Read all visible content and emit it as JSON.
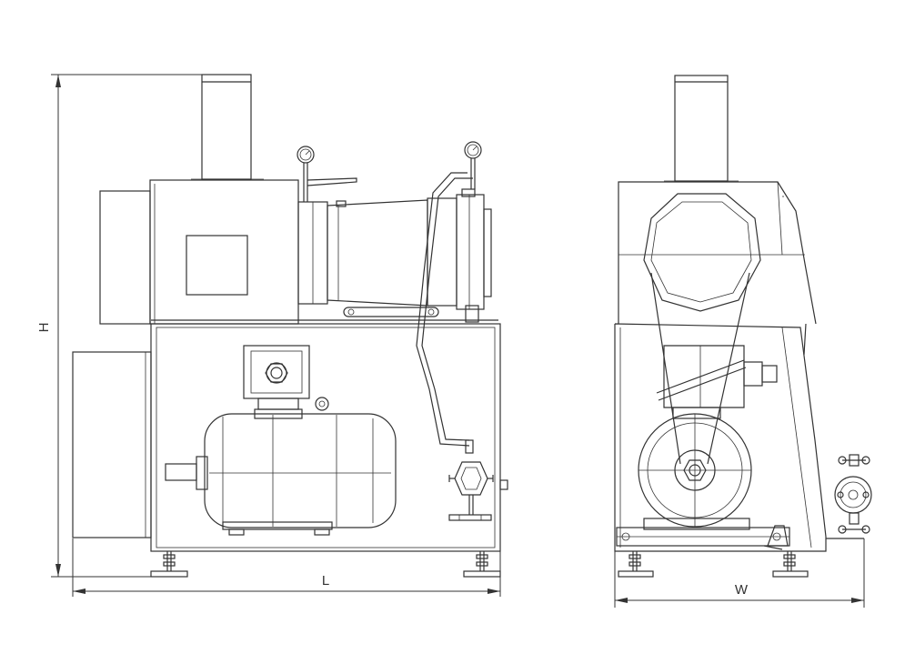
{
  "dimensions": {
    "height_label": "H",
    "length_label": "L",
    "width_label": "W"
  },
  "colors": {
    "line": "#333333",
    "background": "#ffffff"
  }
}
